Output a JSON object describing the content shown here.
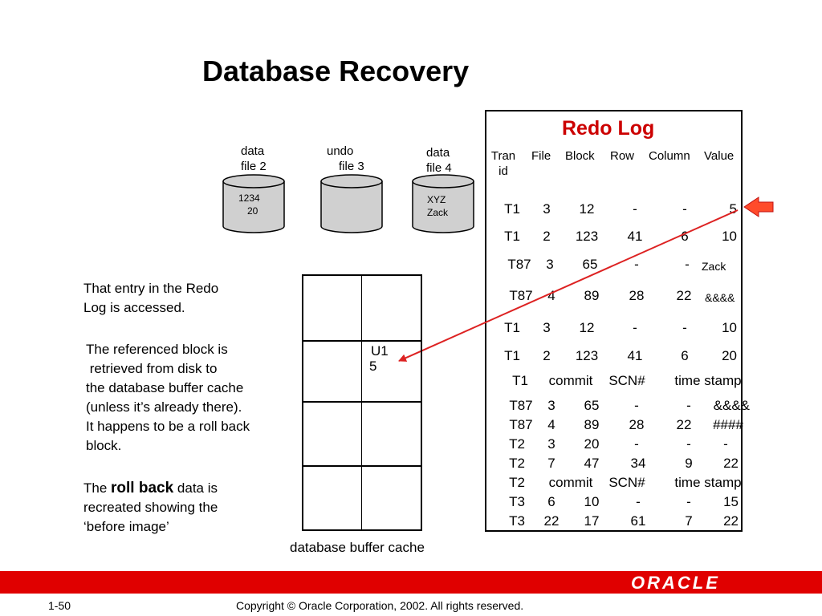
{
  "title": "Database Recovery",
  "disks": [
    {
      "label1": "data",
      "label2": "file 2",
      "content1": "1234",
      "content2": "20"
    },
    {
      "label1": "undo",
      "label2": "file 3",
      "content1": "",
      "content2": ""
    },
    {
      "label1": "data",
      "label2": "file 4",
      "content1": "XYZ",
      "content2": "Zack"
    }
  ],
  "redo_log": {
    "title": "Redo Log",
    "headers": {
      "tran1": "Tran",
      "tran2": "id",
      "file": "File",
      "block": "Block",
      "row": "Row",
      "column": "Column",
      "value": "Value"
    },
    "rows": [
      [
        "T1",
        "3",
        "12",
        "-",
        "-",
        "5"
      ],
      [
        "T1",
        "2",
        "123",
        "41",
        "6",
        "10"
      ],
      [
        "T87",
        "3",
        "65",
        "-",
        "-",
        "Zack"
      ],
      [
        "T87",
        "4",
        "89",
        "28",
        "22",
        "&&&&"
      ],
      [
        "T1",
        "3",
        "12",
        "-",
        "-",
        "10"
      ],
      [
        "T1",
        "2",
        "123",
        "41",
        "6",
        "20"
      ],
      [
        "T1",
        "commit",
        "SCN#",
        "time stamp"
      ],
      [
        "T87",
        "3",
        "65",
        "-",
        "-",
        "&&&&"
      ],
      [
        "T87",
        "4",
        "89",
        "28",
        "22",
        "####"
      ],
      [
        "T2",
        "3",
        "20",
        "-",
        "-",
        "-"
      ],
      [
        "T2",
        "7",
        "47",
        "34",
        "9",
        "22"
      ],
      [
        "T2",
        "commit",
        "SCN#",
        "time stamp"
      ],
      [
        "T3",
        "6",
        "10",
        "-",
        "-",
        "15"
      ],
      [
        "T3",
        "22",
        "17",
        "61",
        "7",
        "22"
      ]
    ]
  },
  "cache": {
    "cell_line1": "U1",
    "cell_line2": "5",
    "label": "database buffer cache"
  },
  "notes": {
    "n1": [
      "That entry in the Redo",
      "Log is accessed."
    ],
    "n2": [
      "The referenced block is",
      " retrieved from disk to",
      "the database buffer cache",
      "(unless it’s already there).",
      "It happens to be a roll back",
      "block."
    ],
    "n3_pre": "The ",
    "n3_bold": "roll back",
    "n3_post": " data is",
    "n3_rest": [
      "recreated showing the",
      "‘before image’"
    ]
  },
  "footer": {
    "page": "1-50",
    "copyright": "Copyright © Oracle Corporation, 2002. All rights reserved.",
    "logo": "ORACLE"
  },
  "colors": {
    "accent": "#cc0000",
    "footer_bar": "#e00000",
    "arrow": "#dd2222"
  }
}
